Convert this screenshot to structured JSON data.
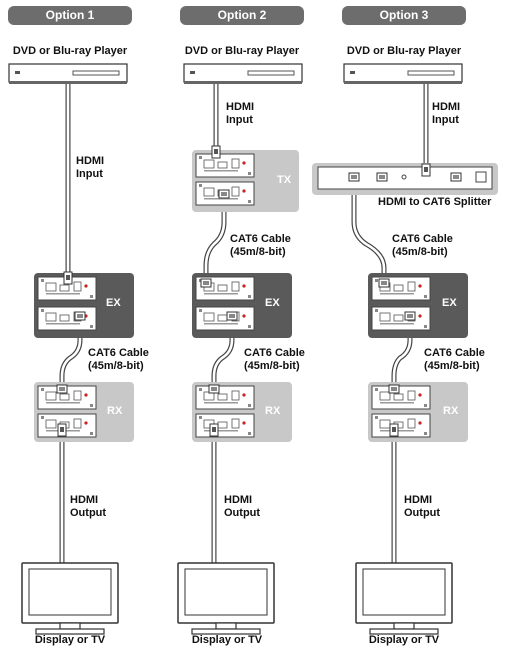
{
  "options": [
    {
      "title": "Option 1",
      "source": "DVD or Blu-ray Player",
      "input_label": [
        "HDMI",
        "Input"
      ],
      "ex_label": "EX",
      "cable_label": [
        "CAT6 Cable",
        "(45m/8-bit)"
      ],
      "rx_label": "RX",
      "output_label": [
        "HDMI",
        "Output"
      ],
      "display": "Display or TV"
    },
    {
      "title": "Option 2",
      "source": "DVD or Blu-ray Player",
      "input_label": [
        "HDMI",
        "Input"
      ],
      "tx_label": "TX",
      "cable_label_1": [
        "CAT6 Cable",
        "(45m/8-bit)"
      ],
      "ex_label": "EX",
      "cable_label_2": [
        "CAT6 Cable",
        "(45m/8-bit)"
      ],
      "rx_label": "RX",
      "output_label": [
        "HDMI",
        "Output"
      ],
      "display": "Display or TV"
    },
    {
      "title": "Option 3",
      "source": "DVD or Blu-ray Player",
      "input_label": [
        "HDMI",
        "Input"
      ],
      "splitter_label": "HDMI to CAT6 Splitter",
      "cable_label_1": [
        "CAT6 Cable",
        "(45m/8-bit)"
      ],
      "ex_label": "EX",
      "cable_label_2": [
        "CAT6 Cable",
        "(45m/8-bit)"
      ],
      "rx_label": "RX",
      "output_label": [
        "HDMI",
        "Output"
      ],
      "display": "Display or TV"
    }
  ],
  "colors": {
    "pill": "#6d6d6d",
    "ex_box": "#5a5a5a",
    "rx_box": "#c8c8c8",
    "cable": "#555555"
  }
}
